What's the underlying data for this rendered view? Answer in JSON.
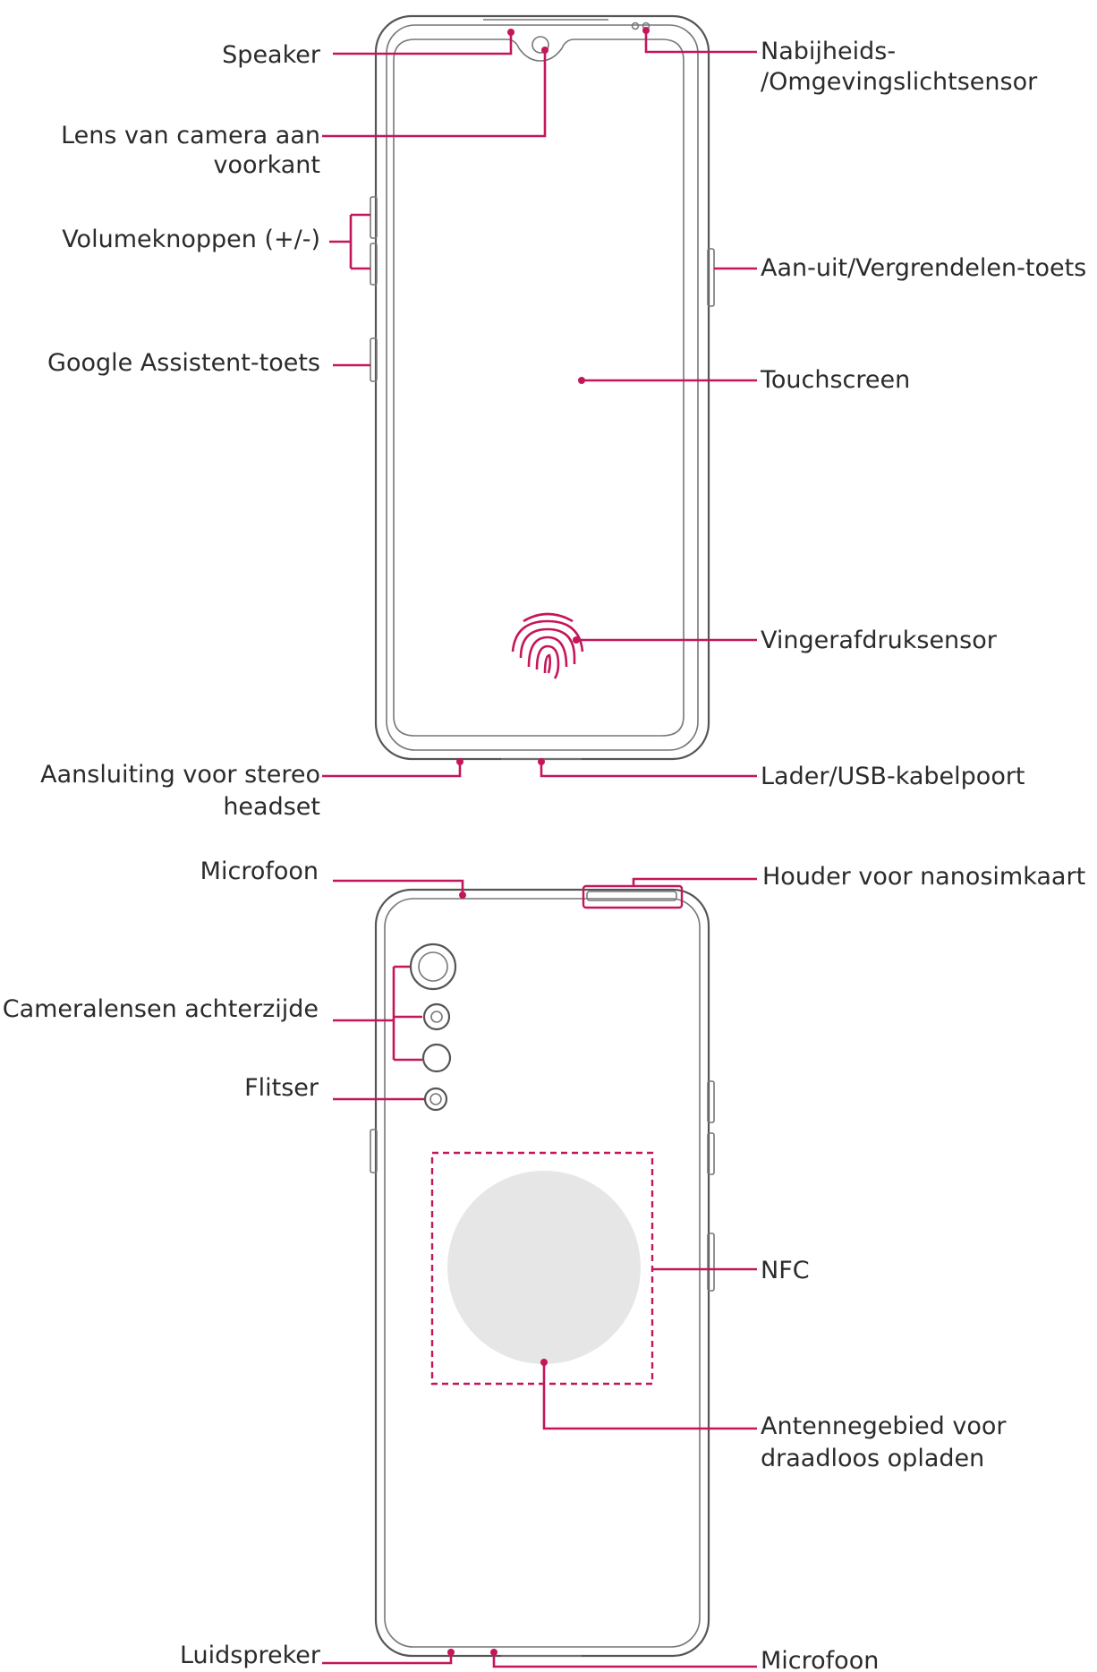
{
  "front": {
    "labels": {
      "speaker": "Speaker",
      "front_camera": [
        "Lens van camera aan",
        "voorkant"
      ],
      "volume": "Volumeknoppen (+/-)",
      "assistant": "Google Assistent-toets",
      "headset": [
        "Aansluiting voor stereo",
        "headset"
      ],
      "proximity": [
        "Nabijheids-",
        "/Omgevingslichtsensor"
      ],
      "power": "Aan-uit/Vergrendelen-toets",
      "touchscreen": "Touchscreen",
      "fingerprint": "Vingerafdruksensor",
      "charger": "Lader/USB-kabelpoort"
    }
  },
  "back": {
    "labels": {
      "microphone_top": "Microfoon",
      "rear_cameras": "Cameralensen achterzijde",
      "flash": "Flitser",
      "loudspeaker": "Luidspreker",
      "sim_tray": "Houder voor nanosimkaart",
      "nfc": "NFC",
      "wireless_antenna": [
        "Antennegebied voor",
        "draadloos opladen"
      ],
      "microphone_bottom": "Microfoon"
    }
  },
  "colors": {
    "leader": "#c4165a",
    "outline": "#555555",
    "coil": "#e6e6e6"
  }
}
